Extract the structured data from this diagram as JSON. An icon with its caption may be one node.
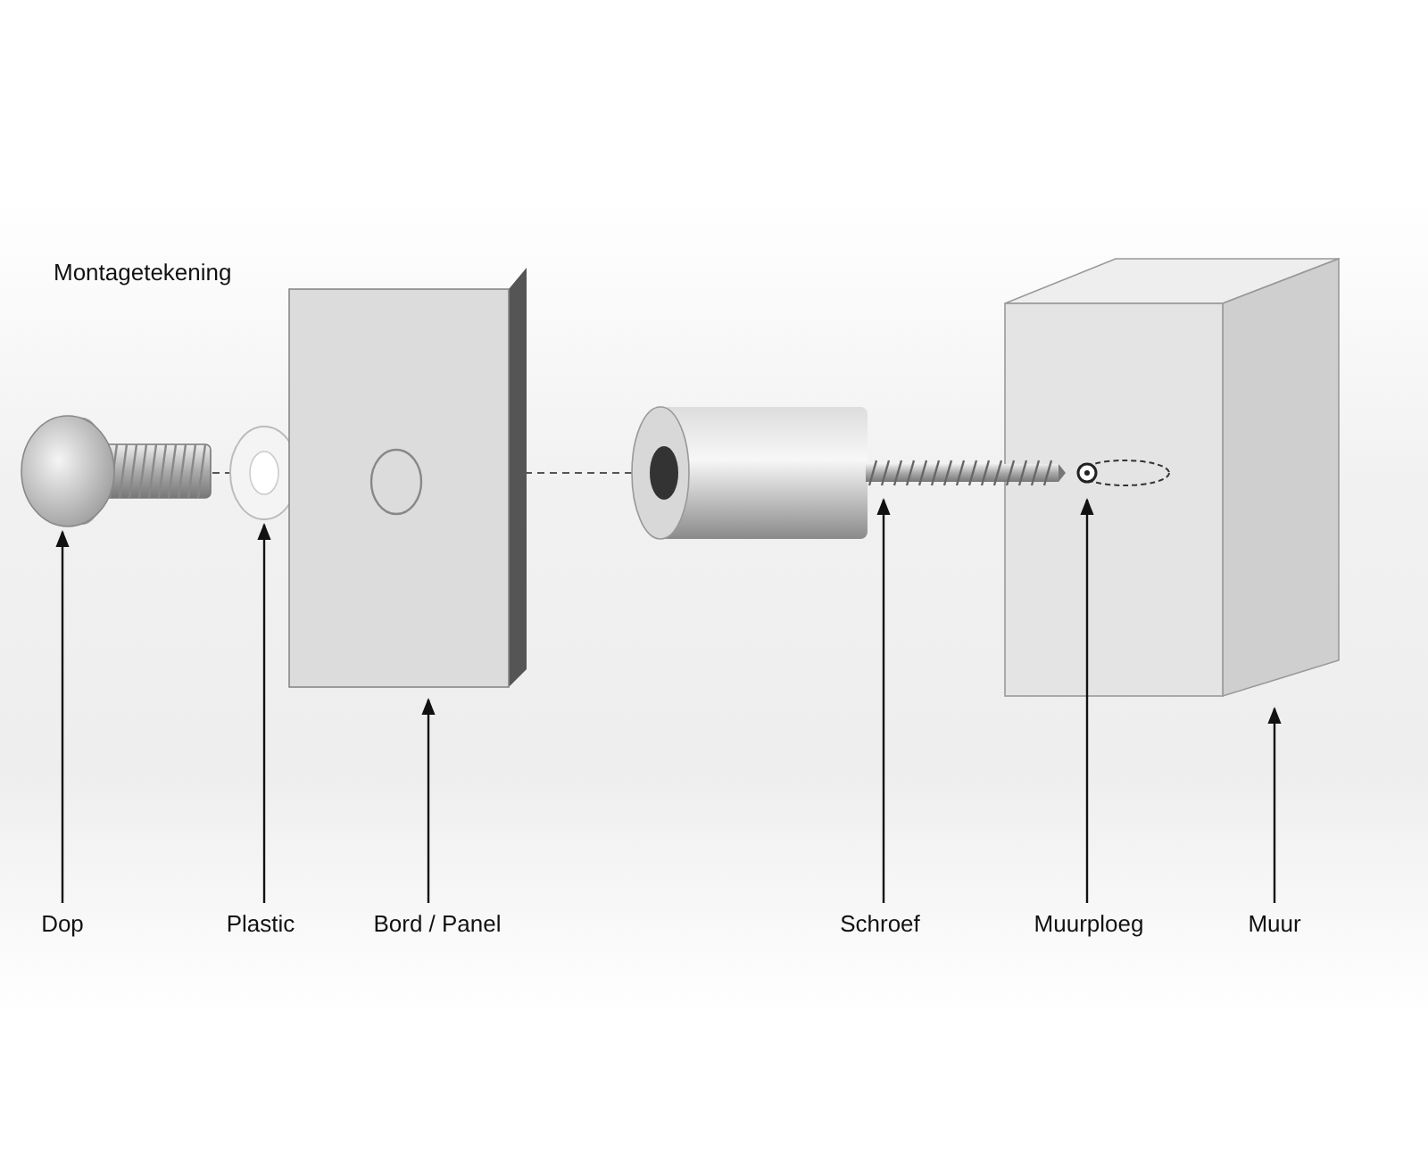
{
  "diagram": {
    "title": "Montagetekening",
    "nodes": [
      {
        "text": [],
        "shape": "picture"
      },
      {
        "text": [],
        "shape": "picture"
      },
      {
        "text": [],
        "shape": "picture"
      },
      {
        "text": [],
        "shape": "picture"
      },
      {
        "text": [],
        "shape": "picture",
        "in": 5
      },
      {
        "text": [],
        "shape": "picture"
      },
      {
        "text": [
          "Dop"
        ]
      },
      {
        "text": [
          "Plastic"
        ]
      },
      {
        "text": [
          "Bord / Panel"
        ]
      },
      {
        "text": [
          "Schroef"
        ]
      },
      {
        "text": [
          "Muurploeg"
        ]
      },
      {
        "text": [
          "Muur"
        ]
      }
    ],
    "edges": [
      {
        "from": 6,
        "to": 0,
        "arrow": "to"
      },
      {
        "from": 7,
        "to": 1,
        "arrow": "to"
      },
      {
        "from": 8,
        "to": 2,
        "arrow": "to"
      },
      {
        "from": 9,
        "to": 3,
        "arrow": "to"
      },
      {
        "from": 10,
        "to": 4,
        "arrow": "to"
      },
      {
        "from": 11,
        "to": 5,
        "arrow": "to"
      }
    ]
  }
}
